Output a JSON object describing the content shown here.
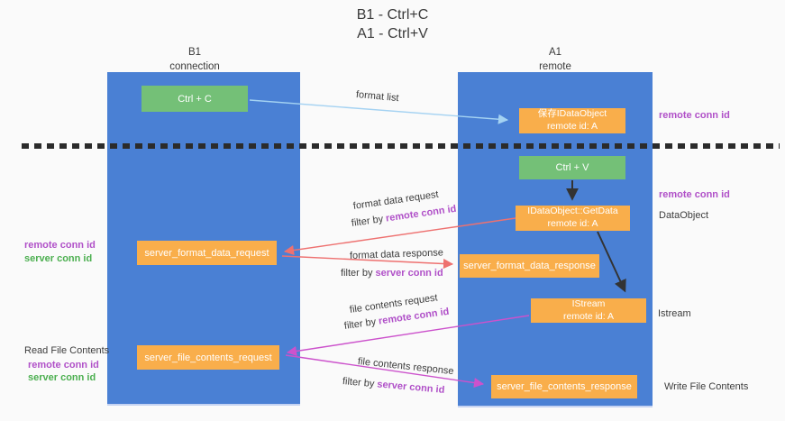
{
  "title": {
    "line1": "B1 - Ctrl+C",
    "line2": "A1 - Ctrl+V"
  },
  "columns": {
    "left": {
      "name": "B1",
      "role": "connection"
    },
    "right": {
      "name": "A1",
      "role": "remote"
    }
  },
  "boxes": {
    "ctrl_c": {
      "label": "Ctrl + C"
    },
    "ctrl_v": {
      "label": "Ctrl + V"
    },
    "save_dataobject": {
      "line1": "保存IDataObject",
      "line2": "remote id: A"
    },
    "getdata": {
      "line1": "IDataObject::GetData",
      "line2": "remote id: A"
    },
    "istream": {
      "line1": "IStream",
      "line2": "remote id: A"
    },
    "server_format_data_request": {
      "label": "server_format_data_request"
    },
    "server_format_data_response": {
      "label": "server_format_data_response"
    },
    "server_file_contents_request": {
      "label": "server_file_contents_request"
    },
    "server_file_contents_response": {
      "label": "server_file_contents_response"
    }
  },
  "arrow_labels": {
    "format_list": "format list",
    "format_data_request": "format data request",
    "format_data_response": "format data response",
    "file_contents_request": "file contents request",
    "file_contents_response": "file contents response",
    "filter_by": "filter by ",
    "remote_conn_id": "remote conn id",
    "server_conn_id": "server conn id"
  },
  "margin_labels": {
    "remote_conn_id": "remote conn id",
    "server_conn_id": "server conn id",
    "dataobject": "DataObject",
    "istream": "Istream",
    "read_file_contents": "Read File Contents",
    "write_file_contents": "Write File Contents"
  },
  "colors": {
    "column_blue": "#4a80d4",
    "box_green": "#74c077",
    "box_orange": "#f9ae4b",
    "arrow_light_blue": "#a4d2f2",
    "arrow_red": "#ee7170",
    "arrow_magenta": "#cc52cc",
    "arrow_black": "#333333",
    "label_purple": "#b050c8",
    "label_green": "#4caf50",
    "text_dark": "#3c3c3c",
    "background": "#fafafa"
  }
}
